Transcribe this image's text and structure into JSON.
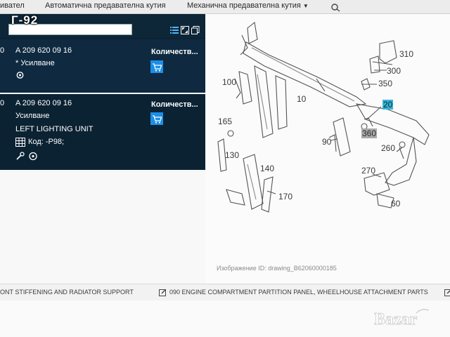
{
  "tabs": [
    {
      "label": "ивател"
    },
    {
      "label": "Автоматична предавателна кутия"
    },
    {
      "label": "Механична предавателна кутия"
    }
  ],
  "watermark": "Г-92",
  "parts": [
    {
      "edge_digit": "0",
      "part_no": "A 209 620 09 16",
      "name": "* Усилване",
      "qty_label": "Количеств..."
    },
    {
      "edge_digit": "0",
      "part_no": "A 209 620 09 16",
      "name": "Усилване",
      "note": "LEFT LIGHTING UNIT",
      "code": "Код: -P98;",
      "qty_label": "Количеств..."
    }
  ],
  "diagram": {
    "labels": [
      "310",
      "300",
      "350",
      "100",
      "10",
      "20",
      "165",
      "360",
      "90",
      "260",
      "130",
      "140",
      "270",
      "170",
      "60"
    ],
    "caption": "Изображение ID: drawing_B62060000185"
  },
  "bottom": {
    "left_text": "ONT STIFFENING AND RADIATOR SUPPORT",
    "right_text": "090 ENGINE COMPARTMENT PARTITION PANEL, WHEELHOUSE ATTACHMENT PARTS"
  },
  "logo": "Bazar",
  "colors": {
    "panel_bg": "#0b2233",
    "row_selected": "#0f2a40",
    "cart_button": "#1b8fe8",
    "highlight_blue": "#36b3d6"
  }
}
